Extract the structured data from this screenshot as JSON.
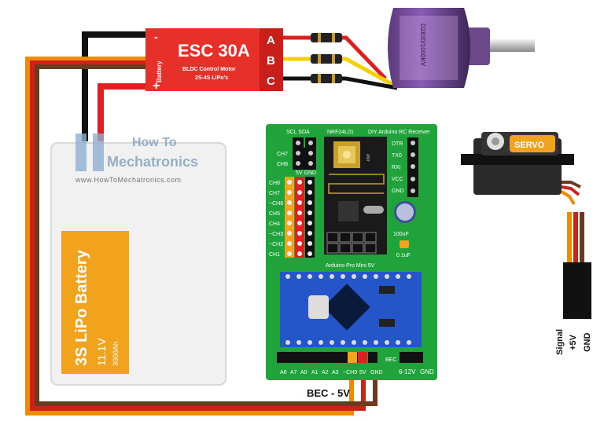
{
  "esc": {
    "title": "ESC 30A",
    "subtitle1": "BLDC Control Motor",
    "subtitle2": "2S-4S LiPo's",
    "minus": "-",
    "plus": "+",
    "side_label": "Battery",
    "phase_a": "A",
    "phase_b": "B",
    "phase_c": "C"
  },
  "motor": {
    "label": "D2830/1000KV"
  },
  "watermark": {
    "line1": "How To",
    "line2": "Mechatronics",
    "url": "www.HowToMechatronics.com"
  },
  "battery": {
    "title": "3S LiPo Battery",
    "voltage": "11.1V",
    "capacity": "3000Ah"
  },
  "board": {
    "title": "DIY Arduino RC Receiver",
    "scl_sda": "SCL SDA",
    "nrf": "NRF24L01",
    "ant": "ANT",
    "ch7_top": "CH7",
    "ch8_top": "CH8",
    "vplus_gnd": "5V  GND",
    "channels": [
      "CH8",
      "CH7",
      "~CH6",
      "CH5",
      "CH4",
      "~CH3",
      "~CH2",
      "CH1"
    ],
    "right_pins": [
      "DTR",
      "TX0",
      "RXI",
      "VCC",
      "GND"
    ],
    "cap_big": "100uF",
    "cap_small": "0.1uF",
    "pro_mini": "Arduino Pro Mini 5V",
    "bottom_left": [
      "A6",
      "A7",
      "A0",
      "A1",
      "A2",
      "A3",
      "~CH9",
      "5V",
      "GND"
    ],
    "bec_label": "BEC",
    "vin_label": "6-12V",
    "gnd_right": "GND"
  },
  "servo": {
    "label": "SERVO",
    "signal": "Signal",
    "plus5v": "+5V",
    "gnd": "GND"
  },
  "bec": {
    "label": "BEC - 5V"
  },
  "colors": {
    "wire_red": "#e02020",
    "wire_black": "#111111",
    "wire_yellow": "#f5d000",
    "wire_orange": "#f08a00",
    "wire_brown": "#6a3b1c",
    "board_green": "#1fa33a",
    "esc_red": "#e8302a",
    "battery_orange": "#f2a31d"
  }
}
